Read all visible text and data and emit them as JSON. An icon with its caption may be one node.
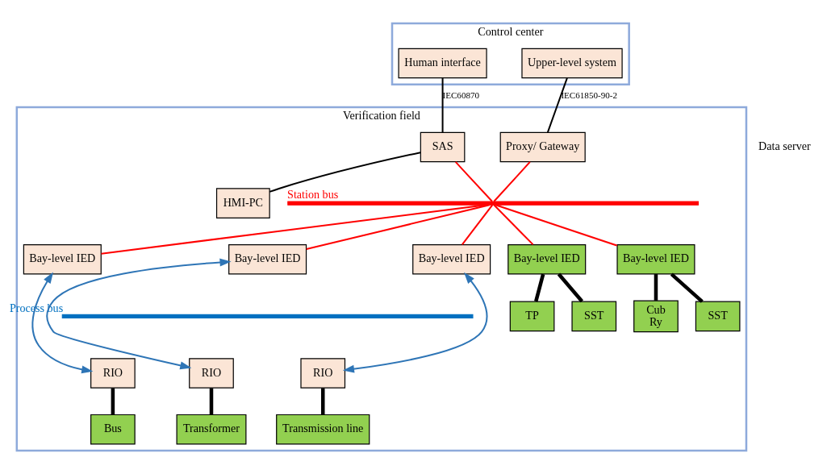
{
  "diagram": {
    "nodes": [
      {
        "text": [
          "Control center"
        ]
      },
      {
        "text": [
          "Upper-level system"
        ],
        "in": 0
      },
      {
        "text": [
          "Human interface"
        ],
        "in": 0
      },
      {
        "text": [
          "Verification field"
        ]
      },
      {
        "text": [
          "Proxy/ Gateway"
        ],
        "in": 3
      },
      {
        "text": [
          "SAS"
        ],
        "in": 3
      },
      {
        "text": [],
        "shape": "bar",
        "beside": [
          "Station bus"
        ],
        "in": 3
      },
      {
        "text": [
          "HMI-PC"
        ],
        "in": 3
      },
      {
        "text": [
          "Bay-level IED"
        ],
        "in": 3
      },
      {
        "text": [
          "Bay-level IED"
        ],
        "in": 3
      },
      {
        "text": [
          "Bay-level IED"
        ],
        "in": 3
      },
      {
        "text": [
          "Bay-level IED"
        ],
        "in": 3
      },
      {
        "text": [
          "Bay-level IED"
        ],
        "in": 3
      },
      {
        "text": [],
        "shape": "bar",
        "beside": [
          "Process bus"
        ],
        "in": 3
      },
      {
        "text": [
          "RIO"
        ],
        "in": 3
      },
      {
        "text": [
          "RIO"
        ],
        "in": 3
      },
      {
        "text": [
          "RIO"
        ],
        "in": 3
      },
      {
        "text": [
          "TP"
        ],
        "in": 3
      },
      {
        "text": [
          "SST"
        ],
        "in": 3
      },
      {
        "text": [
          "Cub",
          "Ry"
        ],
        "in": 3
      },
      {
        "text": [
          "SST"
        ],
        "in": 3
      },
      {
        "text": [
          "Transformer"
        ],
        "in": 3
      },
      {
        "text": [
          "Bus"
        ],
        "in": 3
      },
      {
        "text": [
          "Transmission line"
        ],
        "in": 3
      }
    ],
    "edges": [
      {
        "from": 1,
        "to": 4,
        "arrow": "none",
        "label": "IEC61850-90-2"
      },
      {
        "from": 2,
        "to": 5,
        "arrow": "none",
        "label": "IEC60870"
      },
      {
        "from": 4,
        "to": 6,
        "arrow": "none",
        "color": "#ff0000"
      },
      {
        "from": 5,
        "to": 6,
        "arrow": "none",
        "color": "#ff0000"
      },
      {
        "from": 5,
        "to": 7,
        "arrow": "none"
      },
      {
        "from": 6,
        "to": 8,
        "arrow": "none",
        "color": "#ff0000"
      },
      {
        "from": 6,
        "to": 9,
        "arrow": "none",
        "color": "#ff0000"
      },
      {
        "from": 6,
        "to": 10,
        "arrow": "none",
        "color": "#ff0000"
      },
      {
        "from": 6,
        "to": 11,
        "arrow": "none",
        "color": "#ff0000"
      },
      {
        "from": 6,
        "to": 12,
        "arrow": "none",
        "color": "#ff0000"
      },
      {
        "from": 8,
        "to": 14,
        "arrow": "both",
        "color": "#2e75b6"
      },
      {
        "from": 9,
        "to": 15,
        "arrow": "both",
        "color": "#2e75b6"
      },
      {
        "from": 10,
        "to": 16,
        "arrow": "both",
        "color": "#2e75b6"
      },
      {
        "from": 11,
        "to": 17,
        "arrow": "none",
        "style": "thick"
      },
      {
        "from": 11,
        "to": 18,
        "arrow": "none",
        "style": "thick"
      },
      {
        "from": 12,
        "to": 19,
        "arrow": "none",
        "style": "thick"
      },
      {
        "from": 12,
        "to": 20,
        "arrow": "none",
        "style": "thick"
      },
      {
        "from": 14,
        "to": 21,
        "arrow": "none",
        "style": "thick"
      },
      {
        "from": 15,
        "to": 22,
        "arrow": "none",
        "style": "thick"
      },
      {
        "from": 16,
        "to": 23,
        "arrow": "none",
        "style": "thick"
      }
    ],
    "labels": [
      "Data server"
    ]
  }
}
